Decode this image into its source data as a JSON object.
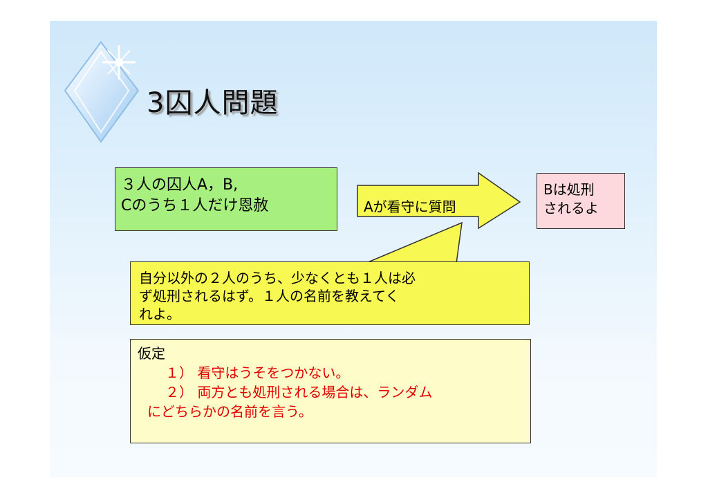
{
  "slide": {
    "title": "3囚人問題",
    "green_box": {
      "line1": "３人の囚人A，B,",
      "line2": "Cのうち１人だけ恩赦"
    },
    "arrow_label": "Aが看守に質問",
    "pink_box": {
      "line1": "Bは処刑",
      "line2": "されるよ"
    },
    "callout": {
      "line1": "自分以外の２人のうち、少なくとも１人は必",
      "line2": "ず処刑されるはず。１人の名前を教えてく",
      "line3": "れよ。"
    },
    "assumption": {
      "heading": "仮定",
      "item1": "１）  看守はうそをつかない。",
      "item2_line1": "２）  両方とも処刑される場合は、ランダム",
      "item2_line2": "にどちらかの名前を言う。"
    }
  },
  "colors": {
    "green_fill": "#a7f07f",
    "pink_fill": "#fdd8dc",
    "callout_fill": "#f7f852",
    "assumption_fill": "#fefcc8",
    "arrow_fill": "#f7f852",
    "emphasis_text": "#e00000"
  },
  "icons": {
    "decoration": "sparkle-diamond-icon"
  }
}
